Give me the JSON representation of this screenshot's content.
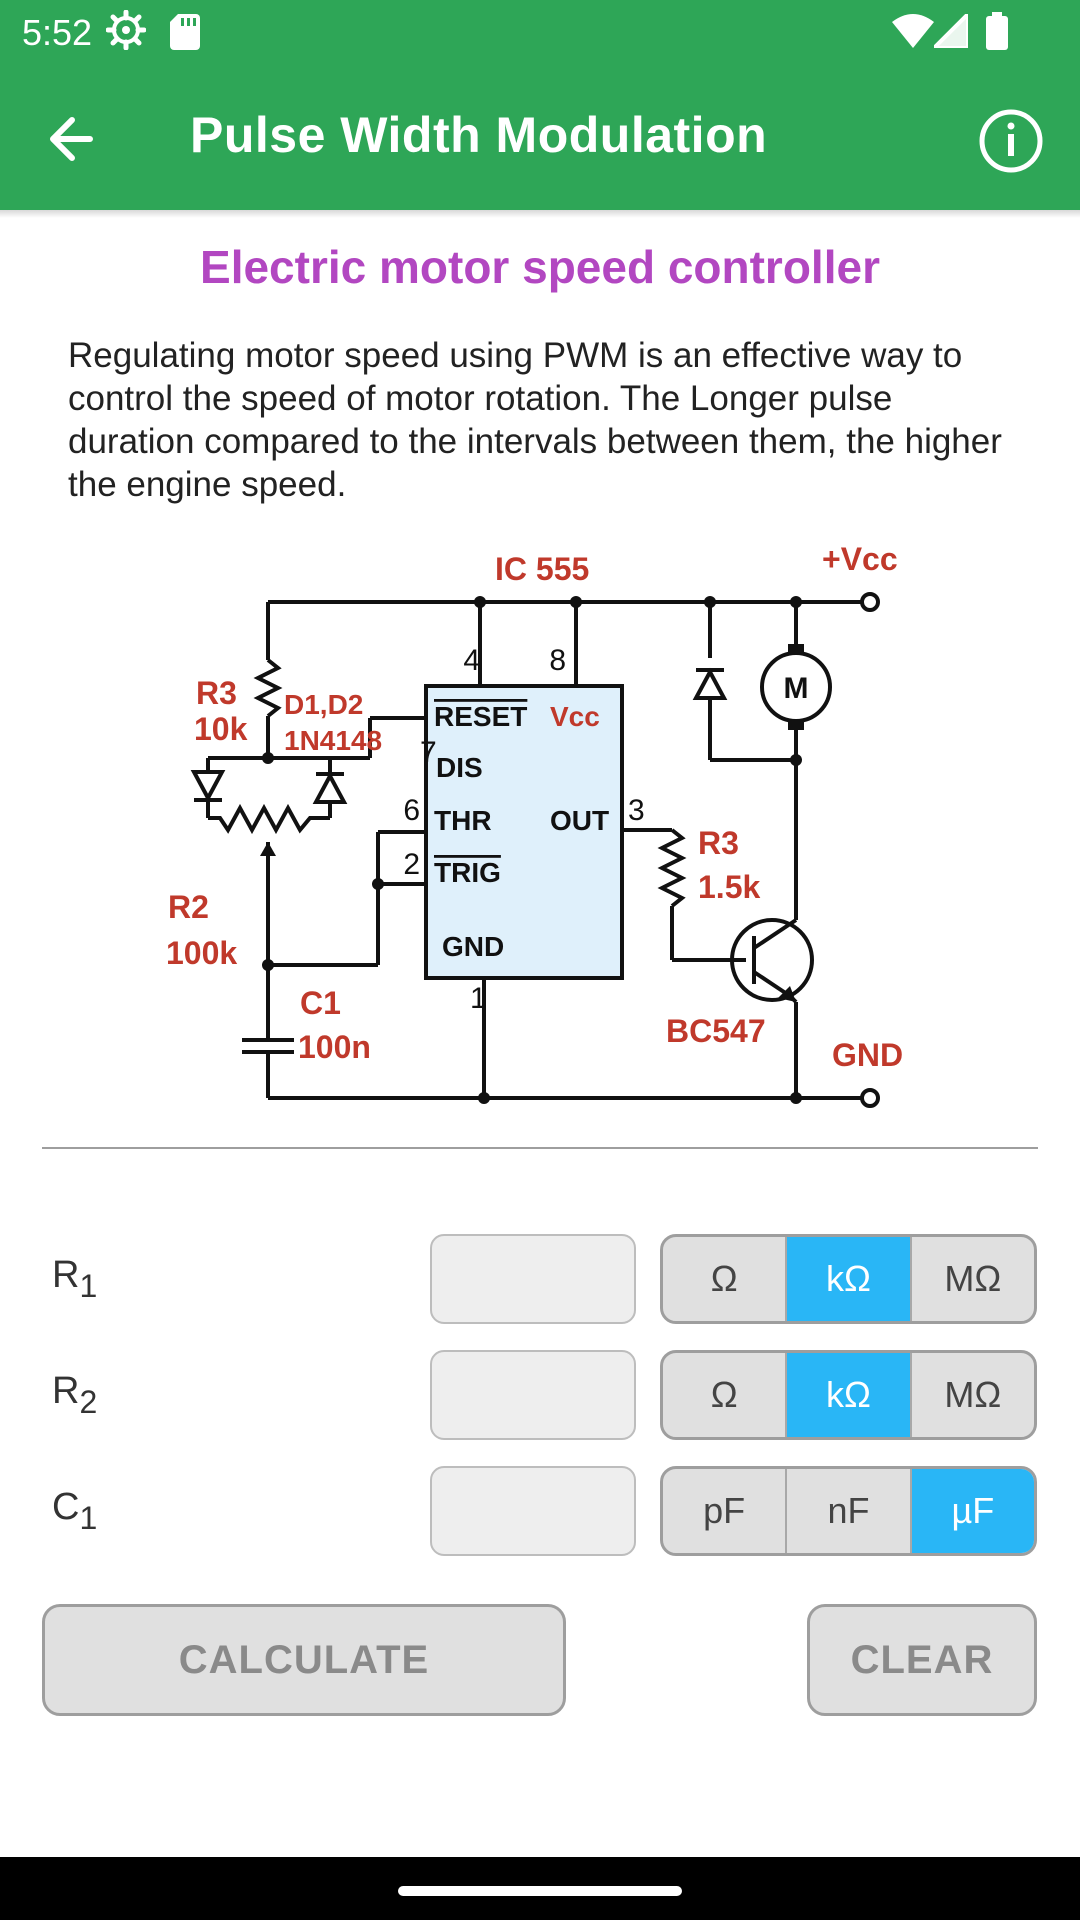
{
  "status_bar": {
    "time": "5:52"
  },
  "app_bar": {
    "title": "Pulse Width Modulation"
  },
  "content": {
    "heading": "Electric motor speed controller",
    "description": "Regulating motor speed using PWM is an effective way to control the speed of motor rotation. The Longer pulse duration compared to the intervals between them, the higher the engine speed."
  },
  "circuit": {
    "ic": "IC 555",
    "vcc": "+Vcc",
    "gnd": "GND",
    "pin4": "4",
    "pin8": "8",
    "pin7": "7",
    "pin6": "6",
    "pin2": "2",
    "pin3": "3",
    "pin1": "1",
    "reset": "RESET",
    "vcc_pin": "Vcc",
    "dis": "DIS",
    "thr": "THR",
    "out": "OUT",
    "trig": "TRIG",
    "gnd_pin": "GND",
    "r3_left": "R3",
    "r3_left_val": "10k",
    "diodes": "D1,D2",
    "diodes_val": "1N4148",
    "r2": "R2",
    "r2_val": "100k",
    "c1": "C1",
    "c1_val": "100n",
    "r3_right": "R3",
    "r3_right_val": "1.5k",
    "transistor": "BC547",
    "motor": "M"
  },
  "rows": [
    {
      "label": "R",
      "sub": "1",
      "value": "",
      "units": [
        "Ω",
        "kΩ",
        "MΩ"
      ],
      "selected": 1
    },
    {
      "label": "R",
      "sub": "2",
      "value": "",
      "units": [
        "Ω",
        "kΩ",
        "MΩ"
      ],
      "selected": 1
    },
    {
      "label": "C",
      "sub": "1",
      "value": "",
      "units": [
        "pF",
        "nF",
        "µF"
      ],
      "selected": 2
    }
  ],
  "buttons": {
    "calculate": "CALCULATE",
    "clear": "CLEAR"
  },
  "colors": {
    "app_bar": "#2ea657",
    "heading": "#b247c1",
    "selected_unit": "#29b6f6",
    "ic_fill": "#dff0fb",
    "circuit_label": "#c0392b"
  }
}
